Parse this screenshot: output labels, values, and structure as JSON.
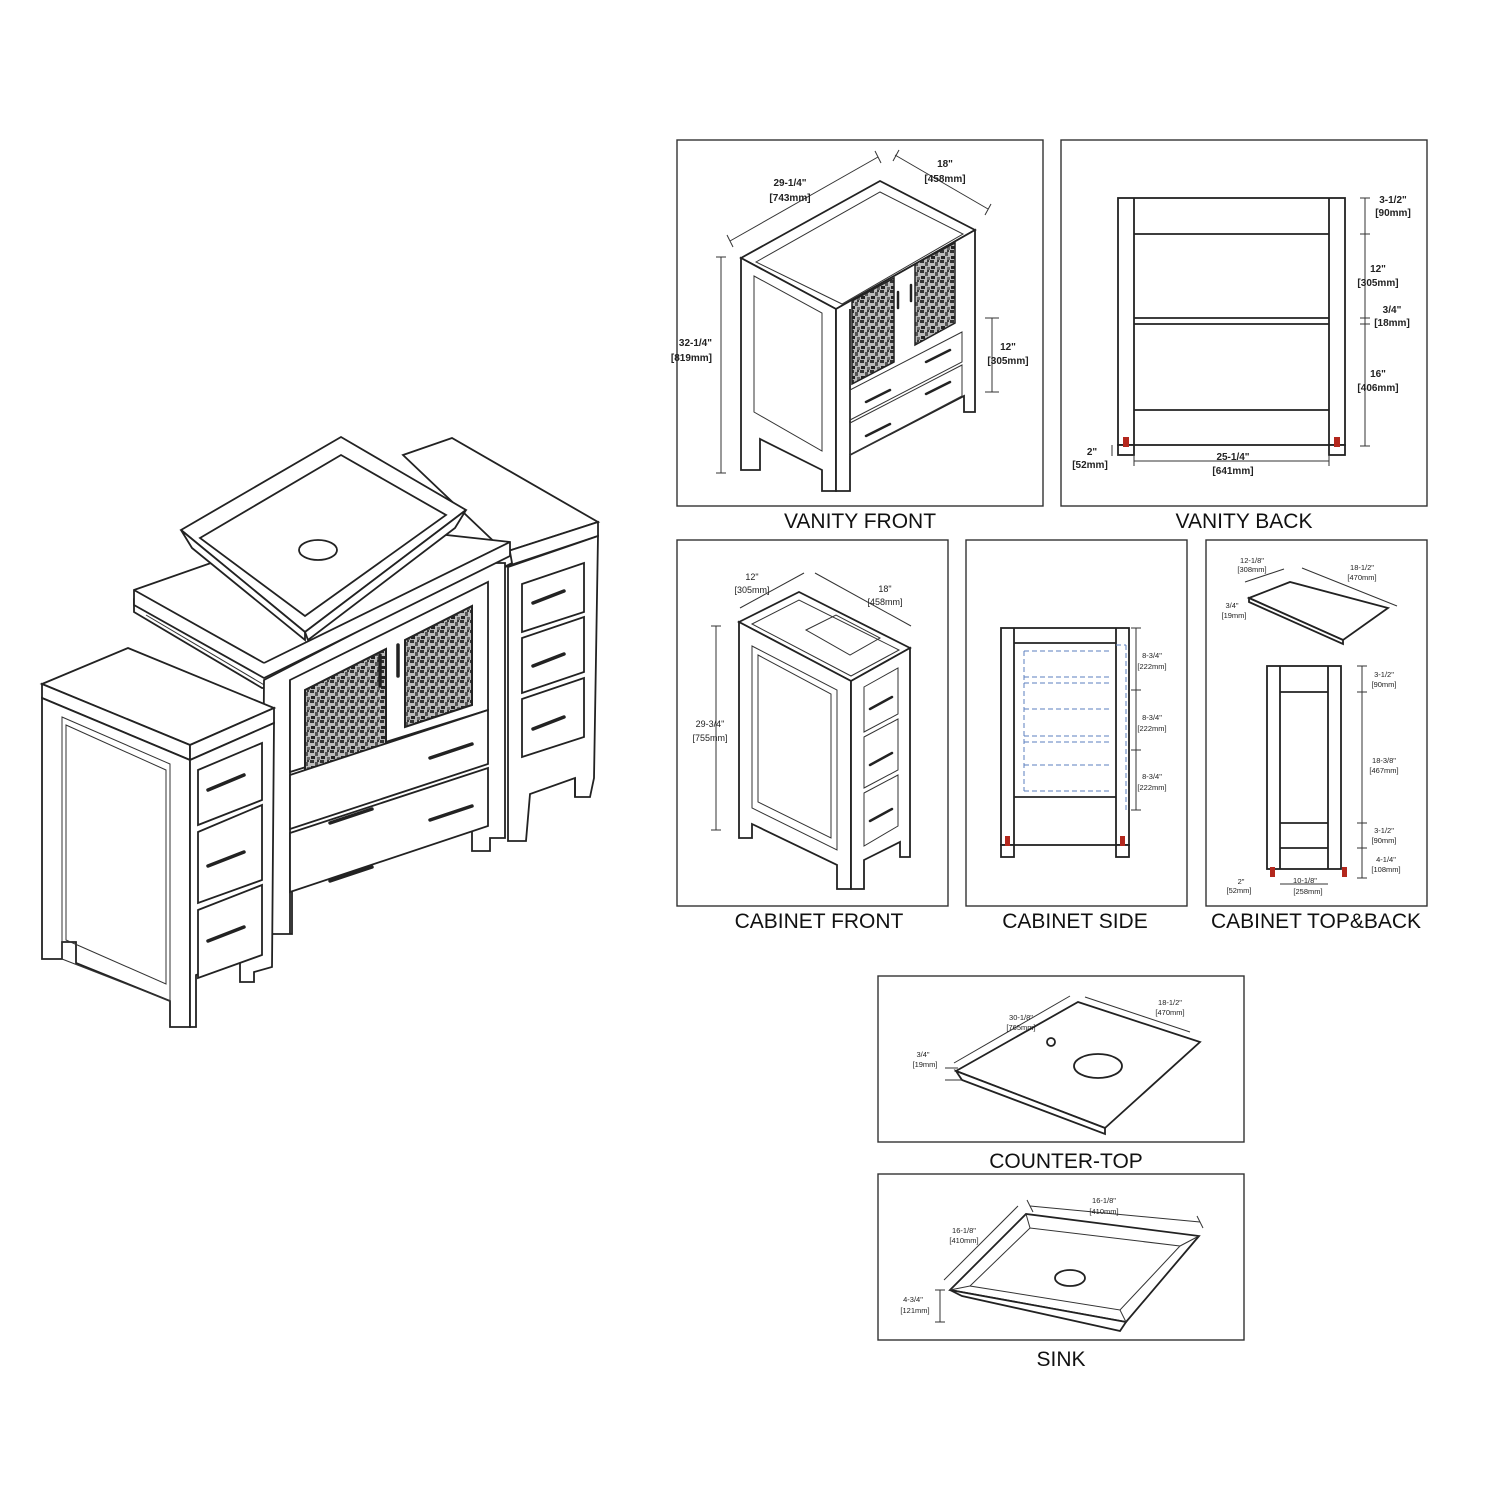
{
  "captions": {
    "vanity_front": "VANITY FRONT",
    "vanity_back": "VANITY BACK",
    "cabinet_front": "CABINET FRONT",
    "cabinet_side": "CABINET SIDE",
    "cabinet_top_back": "CABINET TOP&BACK",
    "counter_top": "COUNTER-TOP",
    "sink": "SINK"
  },
  "dims": {
    "vf_width_in": "29-1/4\"",
    "vf_width_mm": "[743mm]",
    "vf_depth_in": "18\"",
    "vf_depth_mm": "[458mm]",
    "vf_height_in": "32-1/4\"",
    "vf_height_mm": "[819mm]",
    "vf_drawer_in": "12\"",
    "vf_drawer_mm": "[305mm]",
    "vb_top_in": "3-1/2\"",
    "vb_top_mm": "[90mm]",
    "vb_upper_in": "12\"",
    "vb_upper_mm": "[305mm]",
    "vb_shelf_in": "3/4\"",
    "vb_shelf_mm": "[18mm]",
    "vb_lower_in": "16\"",
    "vb_lower_mm": "[406mm]",
    "vb_foot_in": "2\"",
    "vb_foot_mm": "[52mm]",
    "vb_width_in": "25-1/4\"",
    "vb_width_mm": "[641mm]",
    "cf_width_in": "12\"",
    "cf_width_mm": "[305mm]",
    "cf_depth_in": "18\"",
    "cf_depth_mm": "[458mm]",
    "cf_height_in": "29-3/4\"",
    "cf_height_mm": "[755mm]",
    "cs_d1_in": "8-3/4\"",
    "cs_d1_mm": "[222mm]",
    "cs_d2_in": "8-3/4\"",
    "cs_d2_mm": "[222mm]",
    "cs_d3_in": "8-3/4\"",
    "cs_d3_mm": "[222mm]",
    "ct_w_in": "12-1/8\"",
    "ct_w_mm": "[308mm]",
    "ct_d_in": "18-1/2\"",
    "ct_d_mm": "[470mm]",
    "ct_t_in": "3/4\"",
    "ct_t_mm": "[19mm]",
    "cb_top_in": "3-1/2\"",
    "cb_top_mm": "[90mm]",
    "cb_mid_in": "18-3/8\"",
    "cb_mid_mm": "[467mm]",
    "cb_rail_in": "3-1/2\"",
    "cb_rail_mm": "[90mm]",
    "cb_leg_in": "4-1/4\"",
    "cb_leg_mm": "[108mm]",
    "cb_foot_in": "2\"",
    "cb_foot_mm": "[52mm]",
    "cb_width_in": "10-1/8\"",
    "cb_width_mm": "[258mm]",
    "co_w_in": "30-1/8\"",
    "co_w_mm": "[765mm]",
    "co_d_in": "18-1/2\"",
    "co_d_mm": "[470mm]",
    "co_t_in": "3/4\"",
    "co_t_mm": "[19mm]",
    "sk_w_in": "16-1/8\"",
    "sk_w_mm": "[410mm]",
    "sk_d_in": "16-1/8\"",
    "sk_d_mm": "[410mm]",
    "sk_h_in": "4-3/4\"",
    "sk_h_mm": "[121mm]"
  }
}
